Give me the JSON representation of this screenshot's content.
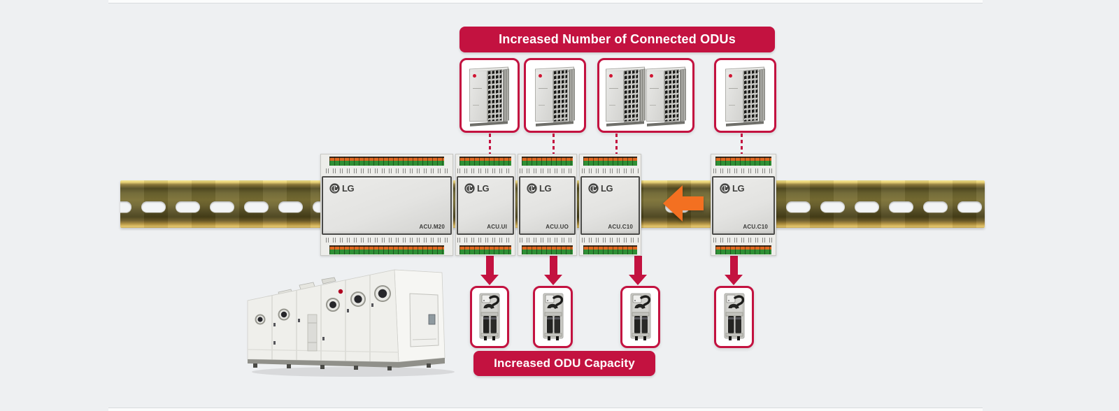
{
  "brand": {
    "name": "LG"
  },
  "colors": {
    "accent_red": "#c31240",
    "accent_orange": "#f37021",
    "background": "#eef0f2"
  },
  "banners": {
    "top": {
      "label": "Increased Number of Connected ODUs"
    },
    "bottom": {
      "label": "Increased ODU Capacity"
    }
  },
  "din_modules": [
    {
      "model": "ACU.M20"
    },
    {
      "model": "ACU.UI"
    },
    {
      "model": "ACU.UO"
    },
    {
      "model": "ACU.C10"
    },
    {
      "model": "ACU.C10"
    }
  ],
  "odu_groups": [
    {
      "units": 1
    },
    {
      "units": 1
    },
    {
      "units": 2
    },
    {
      "units": 1
    }
  ],
  "valve_kits": {
    "count": 4
  }
}
